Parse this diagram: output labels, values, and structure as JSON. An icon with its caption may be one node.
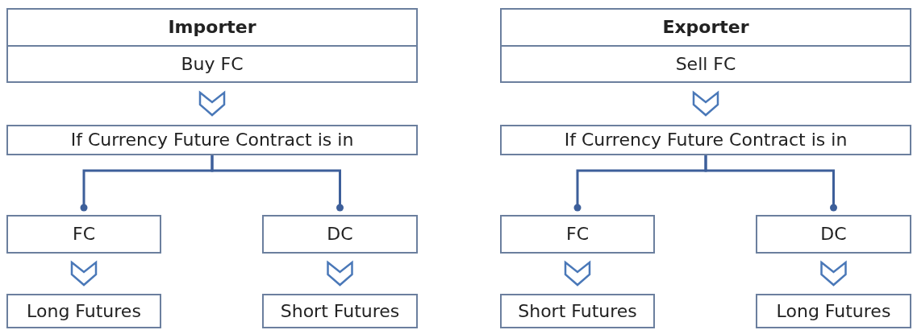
{
  "diagram": {
    "nodes": [
      {
        "text": [
          "Importer",
          "Buy FC"
        ]
      },
      {
        "text": [
          "If Currency Future Contract is in"
        ]
      },
      {
        "text": [
          "FC"
        ]
      },
      {
        "text": [
          "DC"
        ]
      },
      {
        "text": [
          "Long Futures"
        ]
      },
      {
        "text": [
          "Short Futures"
        ]
      },
      {
        "text": [
          "Exporter",
          "Sell FC"
        ]
      },
      {
        "text": [
          "If Currency Future Contract is in"
        ]
      },
      {
        "text": [
          "FC"
        ]
      },
      {
        "text": [
          "DC"
        ]
      },
      {
        "text": [
          "Short Futures"
        ]
      },
      {
        "text": [
          "Long Futures"
        ]
      }
    ],
    "edges": [
      {
        "from": 0,
        "to": 1,
        "arrow": "to"
      },
      {
        "from": 1,
        "to": 2,
        "arrow": "other"
      },
      {
        "from": 1,
        "to": 3,
        "arrow": "other"
      },
      {
        "from": 2,
        "to": 4,
        "arrow": "to"
      },
      {
        "from": 3,
        "to": 5,
        "arrow": "to"
      },
      {
        "from": 6,
        "to": 7,
        "arrow": "to"
      },
      {
        "from": 7,
        "to": 8,
        "arrow": "other"
      },
      {
        "from": 7,
        "to": 9,
        "arrow": "other"
      },
      {
        "from": 8,
        "to": 10,
        "arrow": "to"
      },
      {
        "from": 9,
        "to": 11,
        "arrow": "to"
      }
    ]
  }
}
